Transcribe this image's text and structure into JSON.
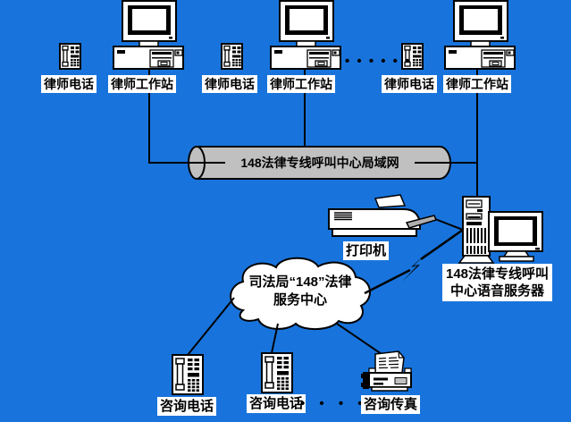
{
  "diagram_title": "148法律专线呼叫中心局域网",
  "colors": {
    "background": "#1874dc",
    "device_fill": "#ffffff",
    "outline": "#000000",
    "lan_cylinder_fill": "#c0c0c0",
    "label_background": "#ffffff",
    "text": "#000000"
  },
  "top_row": {
    "stations": [
      {
        "phone_label": "律师电话",
        "workstation_label": "律师工作站"
      },
      {
        "phone_label": "律师电话",
        "workstation_label": "律师工作站"
      },
      {
        "phone_label": "律师电话",
        "workstation_label": "律师工作站"
      }
    ],
    "ellipsis": "• • • • • •"
  },
  "lan": {
    "label": "148法律专线呼叫中心局域网"
  },
  "printer": {
    "label": "打印机"
  },
  "voice_server": {
    "label_line1": "148法律专线呼叫",
    "label_line2": "中心语音服务器"
  },
  "service_center_cloud": {
    "label_line1": "司法局“148”法律",
    "label_line2": "服务中心"
  },
  "bottom_row": {
    "phones": [
      {
        "label": "咨询电话"
      },
      {
        "label": "咨询电话"
      }
    ],
    "fax": {
      "label": "咨询传真"
    },
    "ellipsis": "• • • • •"
  },
  "icons": {
    "telephone": "desk-phone-icon",
    "workstation": "desktop-computer-icon",
    "lan": "cylinder-pipe-shape",
    "printer": "printer-icon",
    "voice_server": "server-tower-with-monitor-icon",
    "service_center": "cloud-shape",
    "fax": "fax-machine-icon",
    "link": "lightning-bolt-icon"
  }
}
